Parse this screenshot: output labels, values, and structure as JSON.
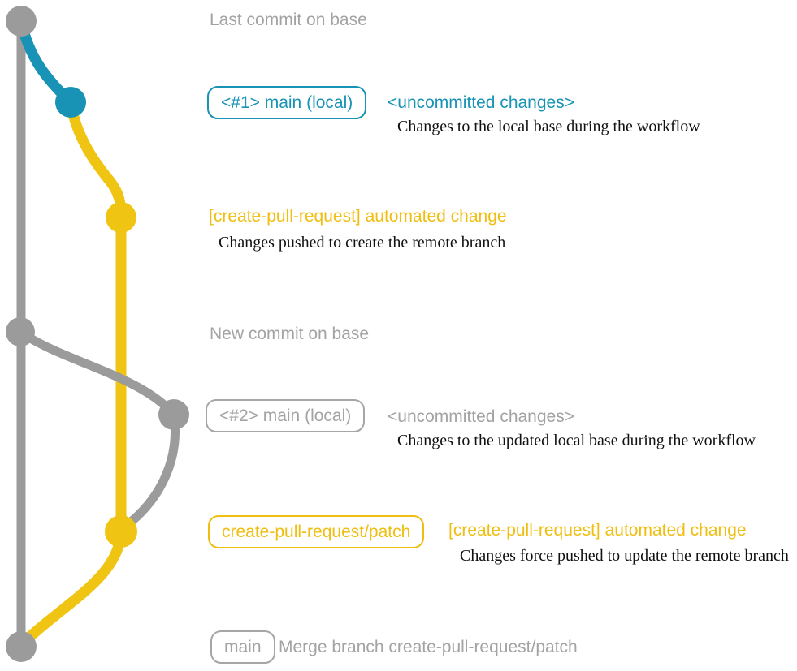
{
  "colors": {
    "graph_gray": "#9B9B9B",
    "graph_teal": "#1893B5",
    "graph_yellow": "#F0C413",
    "label_gray": "#A3A3A3",
    "label_teal": "#1893B5",
    "label_yellow": "#EFBE10",
    "description_black": "#111111"
  },
  "labels": {
    "last_commit": "Last commit on base",
    "row1": {
      "pill": "<#1> main (local)",
      "note": "<uncommitted changes>",
      "desc": "Changes to the local base during the workflow"
    },
    "row2": {
      "heading": "[create-pull-request] automated change",
      "desc": "Changes pushed to create the remote branch"
    },
    "new_commit": "New commit on base",
    "row3": {
      "pill": "<#2> main (local)",
      "note": "<uncommitted changes>",
      "desc": "Changes to the updated local base during the workflow"
    },
    "row4": {
      "pill": "create-pull-request/patch",
      "heading": "[create-pull-request] automated change",
      "desc": "Changes force pushed to update the remote branch"
    },
    "row5": {
      "pill": "main",
      "message": "Merge branch create-pull-request/patch"
    }
  }
}
